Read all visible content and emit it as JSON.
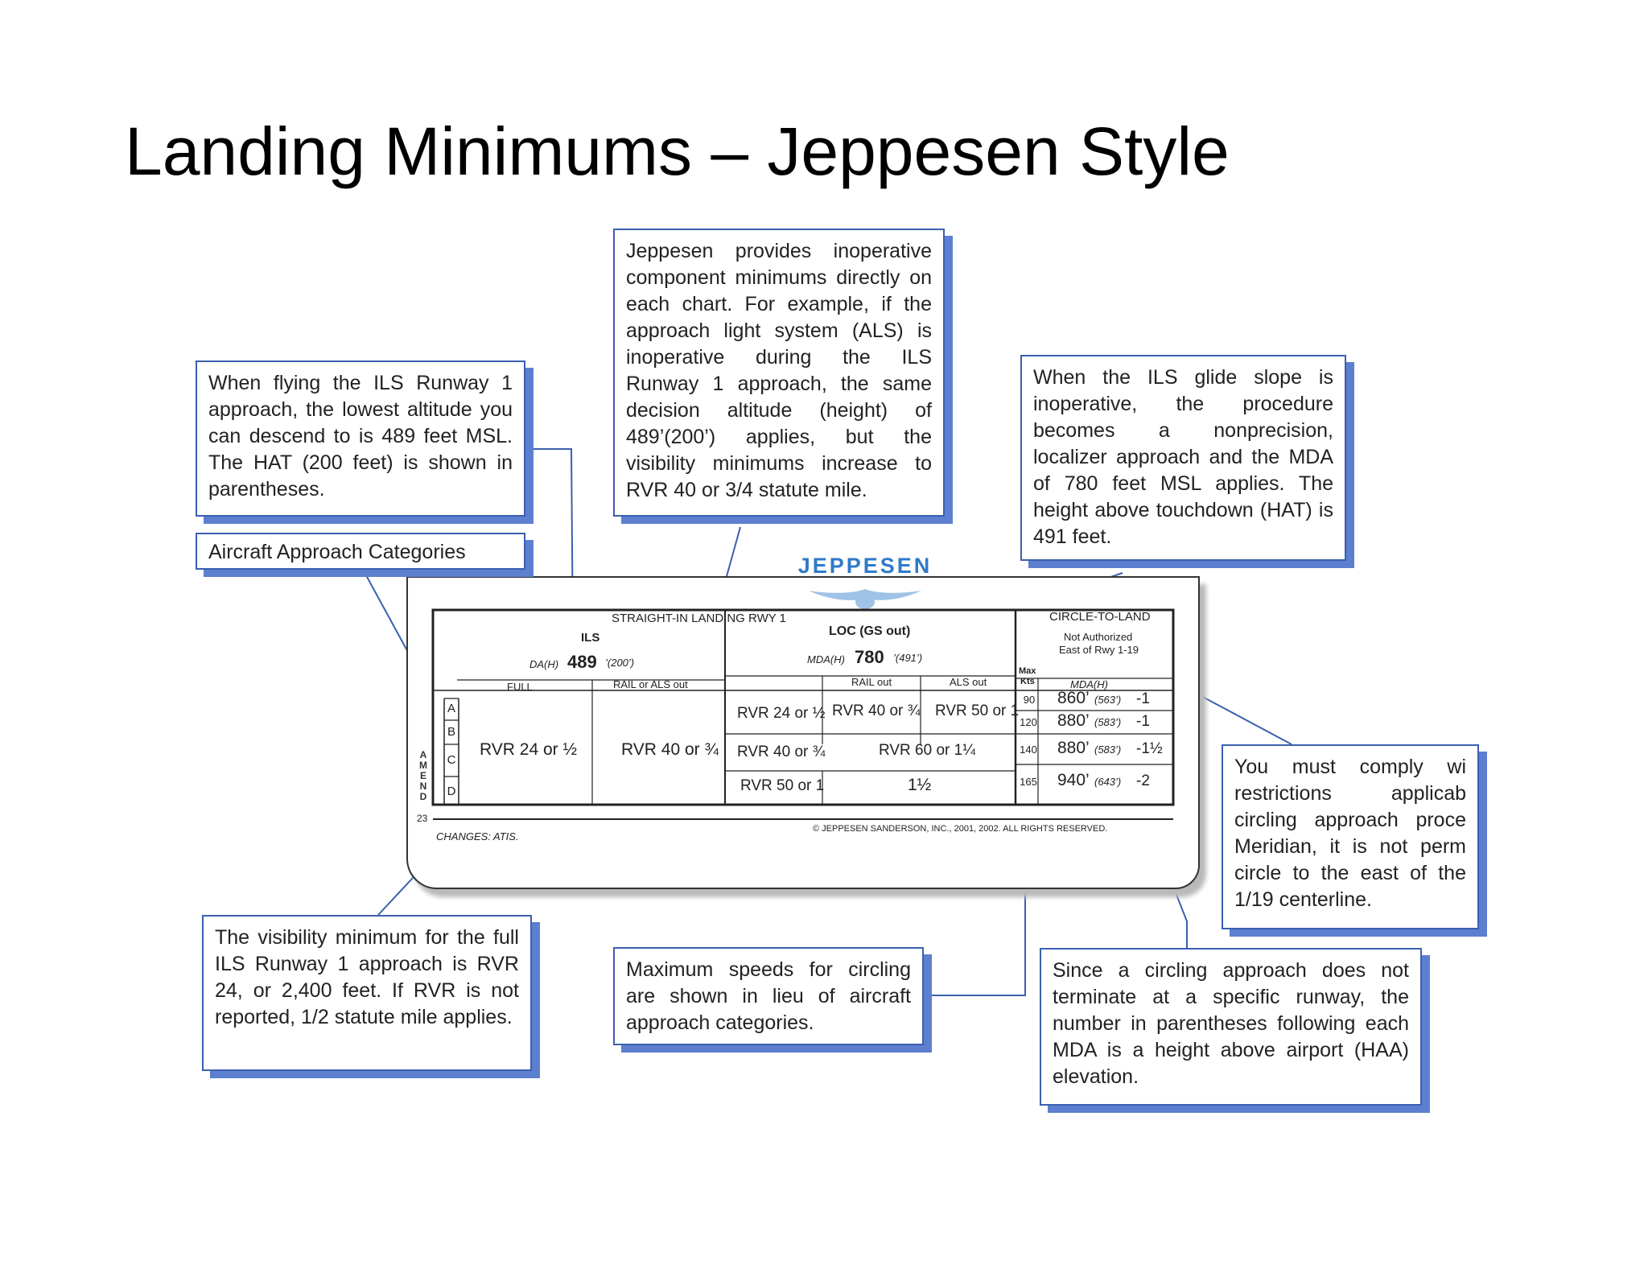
{
  "title": "Landing Minimums – Jeppesen Style",
  "callouts": {
    "ils_da": "When flying the ILS Runway 1 approach, the lowest altitude you can descend to is 489 feet MSL. The HAT (200 feet) is shown in parentheses.",
    "categories": "Aircraft Approach Categories",
    "inoperative": "Jeppesen provides inoperative component minimums directly on each chart. For example, if the approach light system (ALS) is inoperative during the ILS Runway 1 approach, the same decision altitude (height) of 489’(200’) applies, but the visibility minimums increase to RVR 40 or 3/4 statute mile.",
    "glide_slope": "When the ILS glide slope is inoperative, the procedure becomes a nonprecision, localizer approach and the MDA of 780 feet MSL applies. The height above touchdown (HAT) is 491 feet.",
    "restrictions": "You must comply wi restrictions applicab circling approach proce Meridian, it is not perm circle to the east of the 1/19 centerline.",
    "visibility": "The visibility minimum for the full ILS Runway 1 approach is RVR 24, or 2,400 feet. If RVR is not reported, 1/2 statute mile applies.",
    "max_speeds": "Maximum speeds for circling are shown in lieu of aircraft approach categories.",
    "haa": "Since a circling approach does not terminate at a specific runway, the number in parentheses following each MDA is a height above airport (HAA) elevation."
  },
  "chart": {
    "logo": "JEPPESEN",
    "straight_in": "STRAIGHT-IN LANDING RWY 1",
    "ils": "ILS",
    "da_label": "DA(H)",
    "da_value": "489",
    "da_height": "’(200’)",
    "loc": "LOC (GS out)",
    "mda_label": "MDA(H)",
    "mda_value": "780",
    "mda_height": "’(491’)",
    "full": "FULL",
    "rail_als_out": "RAIL or ALS out",
    "rail_out": "RAIL out",
    "als_out": "ALS out",
    "circle_to_land": "CIRCLE-TO-LAND",
    "not_authorized_1": "Not Authorized",
    "not_authorized_2": "East of Rwy 1-19",
    "max_kts_1": "Max",
    "max_kts_2": "Kts",
    "circ_mda_label": "MDA(H)",
    "categories": [
      "A",
      "B",
      "C",
      "D"
    ],
    "ils_full": "RVR 24 or ½",
    "ils_rail_als": "RVR 40 or ¾",
    "loc_ab_full": "RVR 24 or ½",
    "loc_ab_rail": "RVR 40 or ¾",
    "loc_ab_als": "RVR 50 or 1",
    "loc_c_full": "RVR 40 or ¾",
    "loc_c_rest": "RVR 60 or 1¼",
    "loc_d_full": "RVR 50 or 1",
    "loc_d_rest": "1½",
    "circling": [
      {
        "kts": "90",
        "mda": "860’",
        "haa": "(563’)",
        "vis": "-1"
      },
      {
        "kts": "120",
        "mda": "880’",
        "haa": "(583’)",
        "vis": "-1"
      },
      {
        "kts": "140",
        "mda": "880’",
        "haa": "(583’)",
        "vis": "-1½"
      },
      {
        "kts": "165",
        "mda": "940’",
        "haa": "(643’)",
        "vis": "-2"
      }
    ],
    "amend": "AMEND",
    "amend_num": "23",
    "changes": "CHANGES: ATIS.",
    "copyright": "© JEPPESEN SANDERSON, INC., 2001, 2002. ALL RIGHTS RESERVED."
  }
}
